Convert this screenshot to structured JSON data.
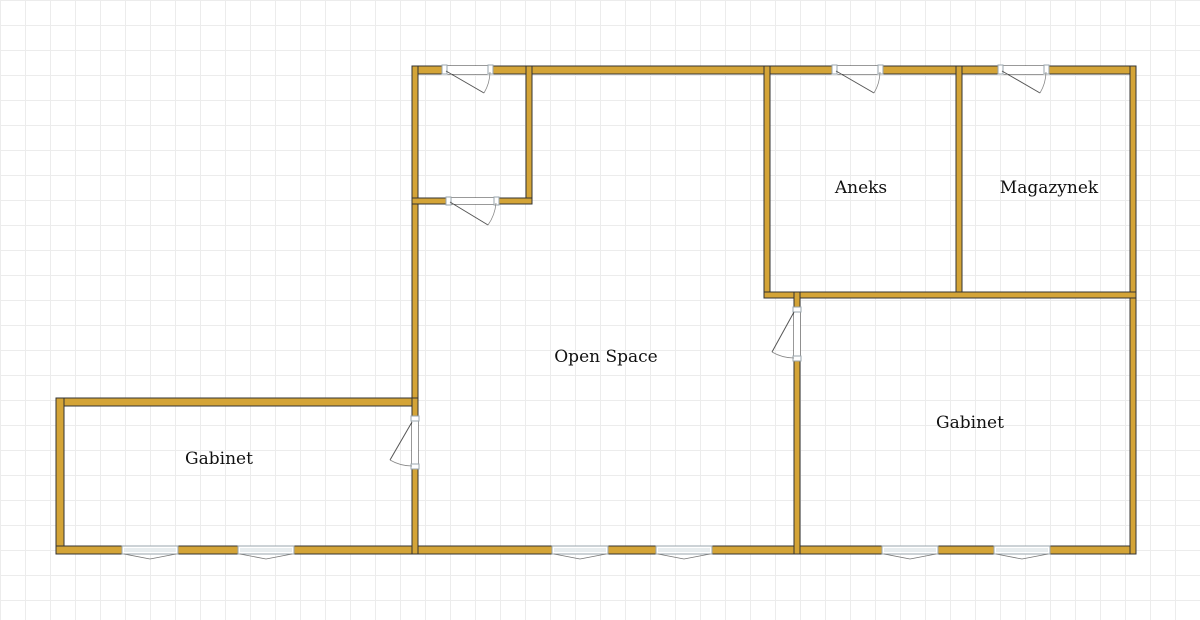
{
  "floor_plan": {
    "colors": {
      "wall_fill": "#D4A437",
      "wall_stroke": "#333333",
      "door_frame": "#9aa6ad",
      "window_glass": "#cfd8dc",
      "grid_line": "#ececec"
    },
    "rooms": [
      {
        "id": "open-space",
        "label": "Open Space"
      },
      {
        "id": "aneks",
        "label": "Aneks"
      },
      {
        "id": "magazynek",
        "label": "Magazynek"
      },
      {
        "id": "gabinet-left",
        "label": "Gabinet"
      },
      {
        "id": "gabinet-right",
        "label": "Gabinet"
      }
    ],
    "door_icon": "door-swing-icon",
    "window_icon": "window-icon"
  }
}
